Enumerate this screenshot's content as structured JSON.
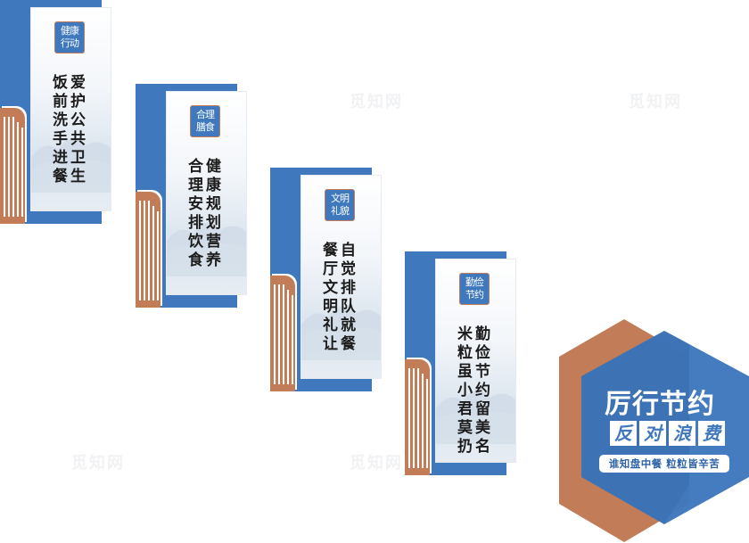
{
  "panels": [
    {
      "badge": [
        "健康",
        "行动"
      ],
      "verse": [
        "爱护公共卫生",
        "饭前洗手进餐"
      ]
    },
    {
      "badge": [
        "合理",
        "膳食"
      ],
      "verse": [
        "健康规划营养",
        "合理安排饮食"
      ]
    },
    {
      "badge": [
        "文明",
        "礼貌"
      ],
      "verse": [
        "自觉排队就餐",
        "餐厅文明礼让"
      ]
    },
    {
      "badge": [
        "勤俭",
        "节约"
      ],
      "verse": [
        "勤俭节约留美名",
        "米粒虽小君莫扔"
      ]
    }
  ],
  "slogan": {
    "main": "厉行节约",
    "boxes": [
      "反",
      "对",
      "浪",
      "费"
    ],
    "sub": "谁知盘中餐 粒粒皆辛苦"
  },
  "watermark": "觅知网",
  "colors": {
    "blue": "#3f78bd",
    "brown": "#c27c58",
    "text": "#1c1c1c"
  }
}
